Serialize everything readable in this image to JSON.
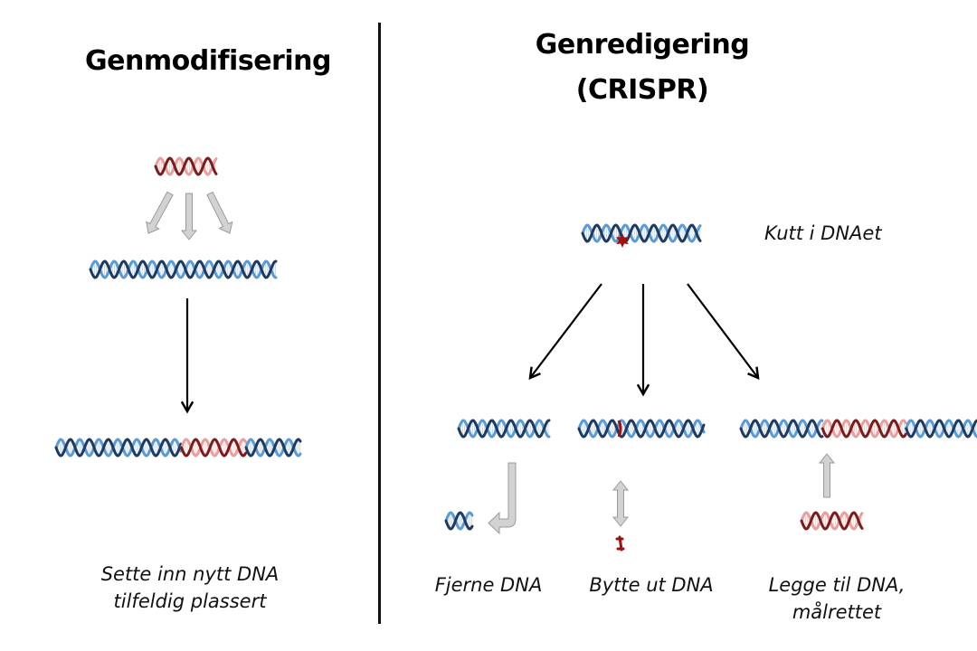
{
  "left_panel": {
    "title": "Genmodifisering",
    "caption_line1": "Sette inn nytt DNA",
    "caption_line2": "tilfeldig plassert"
  },
  "right_panel": {
    "title_line1": "Genredigering",
    "title_line2": "(CRISPR)",
    "cut_label": "Kutt i DNAet",
    "outcomes": [
      {
        "label_line1": "Fjerne DNA",
        "label_line2": ""
      },
      {
        "label_line1": "Bytte ut DNA",
        "label_line2": ""
      },
      {
        "label_line1": "Legge til DNA,",
        "label_line2": "målrettet"
      }
    ]
  },
  "colors": {
    "host_dna_dark": "#1f3a5f",
    "host_dna_light": "#5b9bd5",
    "host_dna_fill": "#c9d9ec",
    "insert_dna_dark": "#7a1c1c",
    "insert_dna_light": "#e6a0a0",
    "insert_dna_fill": "#f3d2d2",
    "cut_marker": "#a01010",
    "gray_arrow": "#bdbdbd",
    "black_arrow": "#000000"
  }
}
